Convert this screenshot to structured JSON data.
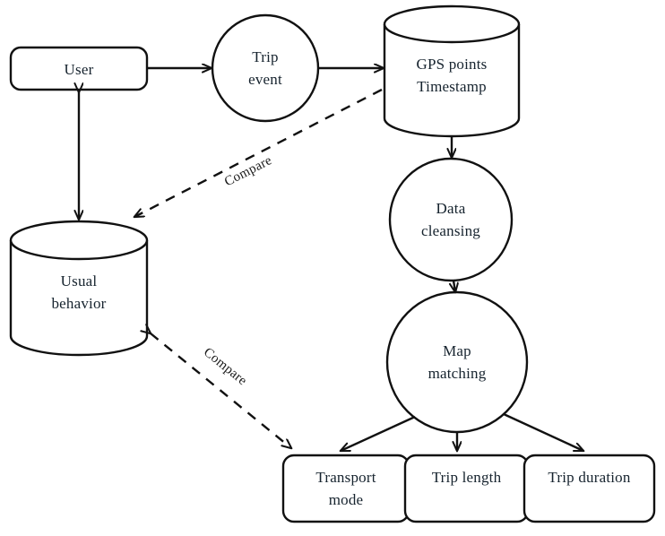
{
  "diagram": {
    "title": "Trip data processing and behavior comparison flowchart",
    "background_color": "#ffffff",
    "stroke_color": "#111111",
    "text_color": "#16232e"
  },
  "nodes": {
    "user": {
      "label": "User",
      "shape": "rounded-rect"
    },
    "trip_event": {
      "label": "Trip\nevent",
      "shape": "circle"
    },
    "gps_points": {
      "label": "GPS points\nTimestamp",
      "shape": "cylinder"
    },
    "data_cleansing": {
      "label": "Data\ncleansing",
      "shape": "circle"
    },
    "map_matching": {
      "label": "Map\nmatching",
      "shape": "circle"
    },
    "usual_behavior": {
      "label": "Usual\nbehavior",
      "shape": "cylinder"
    },
    "transport_mode": {
      "label": "Transport\nmode",
      "shape": "rounded-rect"
    },
    "trip_length": {
      "label": "Trip length",
      "shape": "rounded-rect"
    },
    "trip_duration": {
      "label": "Trip duration",
      "shape": "rounded-rect"
    }
  },
  "edges": [
    {
      "id": "user-to-trip-event",
      "from": "user",
      "to": "trip_event",
      "style": "solid",
      "label": ""
    },
    {
      "id": "trip-event-to-gps",
      "from": "trip_event",
      "to": "gps_points",
      "style": "solid",
      "label": ""
    },
    {
      "id": "gps-to-data-cleansing",
      "from": "gps_points",
      "to": "data_cleansing",
      "style": "solid",
      "label": ""
    },
    {
      "id": "data-cleansing-to-map-matching",
      "from": "data_cleansing",
      "to": "map_matching",
      "style": "solid",
      "label": ""
    },
    {
      "id": "user-usual-behavior",
      "from": "user",
      "to": "usual_behavior",
      "style": "solid-double",
      "label": ""
    },
    {
      "id": "gps-to-usual-behavior",
      "from": "gps_points",
      "to": "usual_behavior",
      "style": "dashed",
      "label": "Compare"
    },
    {
      "id": "usual-behavior-to-transport-mode",
      "from": "usual_behavior",
      "to": "transport_mode",
      "style": "dashed-double",
      "label": "Compare"
    },
    {
      "id": "map-matching-to-transport-mode",
      "from": "map_matching",
      "to": "transport_mode",
      "style": "solid",
      "label": ""
    },
    {
      "id": "map-matching-to-trip-length",
      "from": "map_matching",
      "to": "trip_length",
      "style": "solid",
      "label": ""
    },
    {
      "id": "map-matching-to-trip-duration",
      "from": "map_matching",
      "to": "trip_duration",
      "style": "solid",
      "label": ""
    }
  ],
  "edge_labels": {
    "compare_top": "Compare",
    "compare_bottom": "Compare"
  }
}
